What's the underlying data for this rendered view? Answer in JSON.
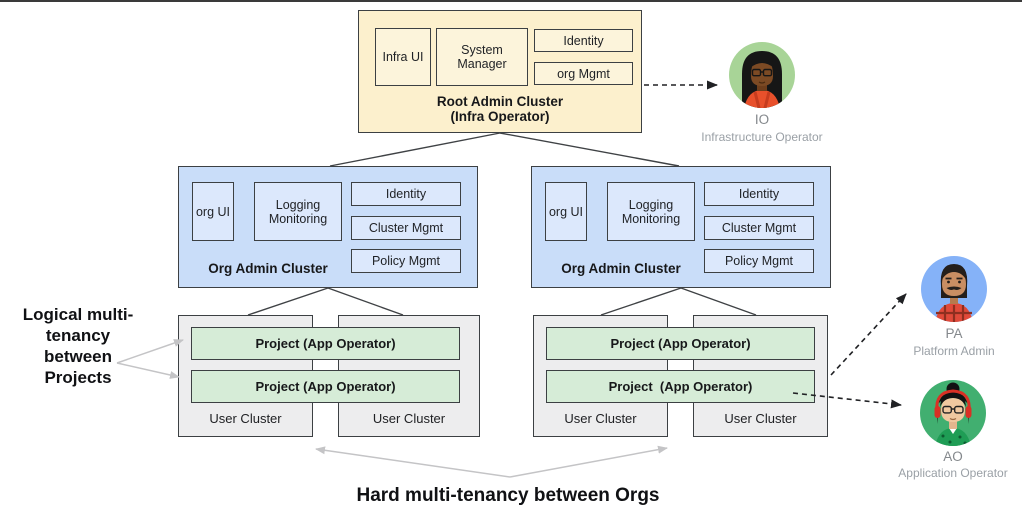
{
  "diagram": {
    "root_cluster": {
      "label_line1": "Root Admin Cluster",
      "label_line2": "(Infra Operator)",
      "components": [
        "Infra UI",
        "System Manager",
        "Identity",
        "org Mgmt"
      ]
    },
    "org_clusters": [
      {
        "label": "Org Admin Cluster",
        "components": [
          "org UI",
          "Logging Monitoring",
          "Identity",
          "Cluster Mgmt",
          "Policy Mgmt"
        ]
      },
      {
        "label": "Org Admin Cluster",
        "components": [
          "org UI",
          "Logging Monitoring",
          "Identity",
          "Cluster Mgmt",
          "Policy Mgmt"
        ]
      }
    ],
    "user_cluster_groups": [
      {
        "projects": [
          "Project (App Operator)",
          "Project (App Operator)"
        ],
        "user_clusters": [
          "User Cluster",
          "User Cluster"
        ]
      },
      {
        "projects": [
          "Project (App Operator)",
          "Project  (App Operator)"
        ],
        "user_clusters": [
          "User Cluster",
          "User Cluster"
        ]
      }
    ],
    "annotations": {
      "logical": "Logical multi-tenancy between Projects",
      "hard": "Hard multi-tenancy between Orgs"
    },
    "personas": [
      {
        "id": "IO",
        "role": "Infrastructure Operator",
        "circle_color": "#A8D497"
      },
      {
        "id": "PA",
        "role": "Platform Admin",
        "circle_color": "#85B2F8"
      },
      {
        "id": "AO",
        "role": "Application Operator",
        "circle_color": "#41AF70"
      }
    ],
    "colors": {
      "root_fill": "#FCF0CD",
      "root_component_fill": "#FCF4DB",
      "org_fill": "#C9DDF9",
      "org_component_fill": "#DCE8FC",
      "user_cluster_fill": "#EDEDEE",
      "project_fill": "#D6ECD7",
      "box_border": "#3C4043",
      "gray_arrow": "#C4C4C6",
      "dashed_arrow": "#202124"
    }
  }
}
